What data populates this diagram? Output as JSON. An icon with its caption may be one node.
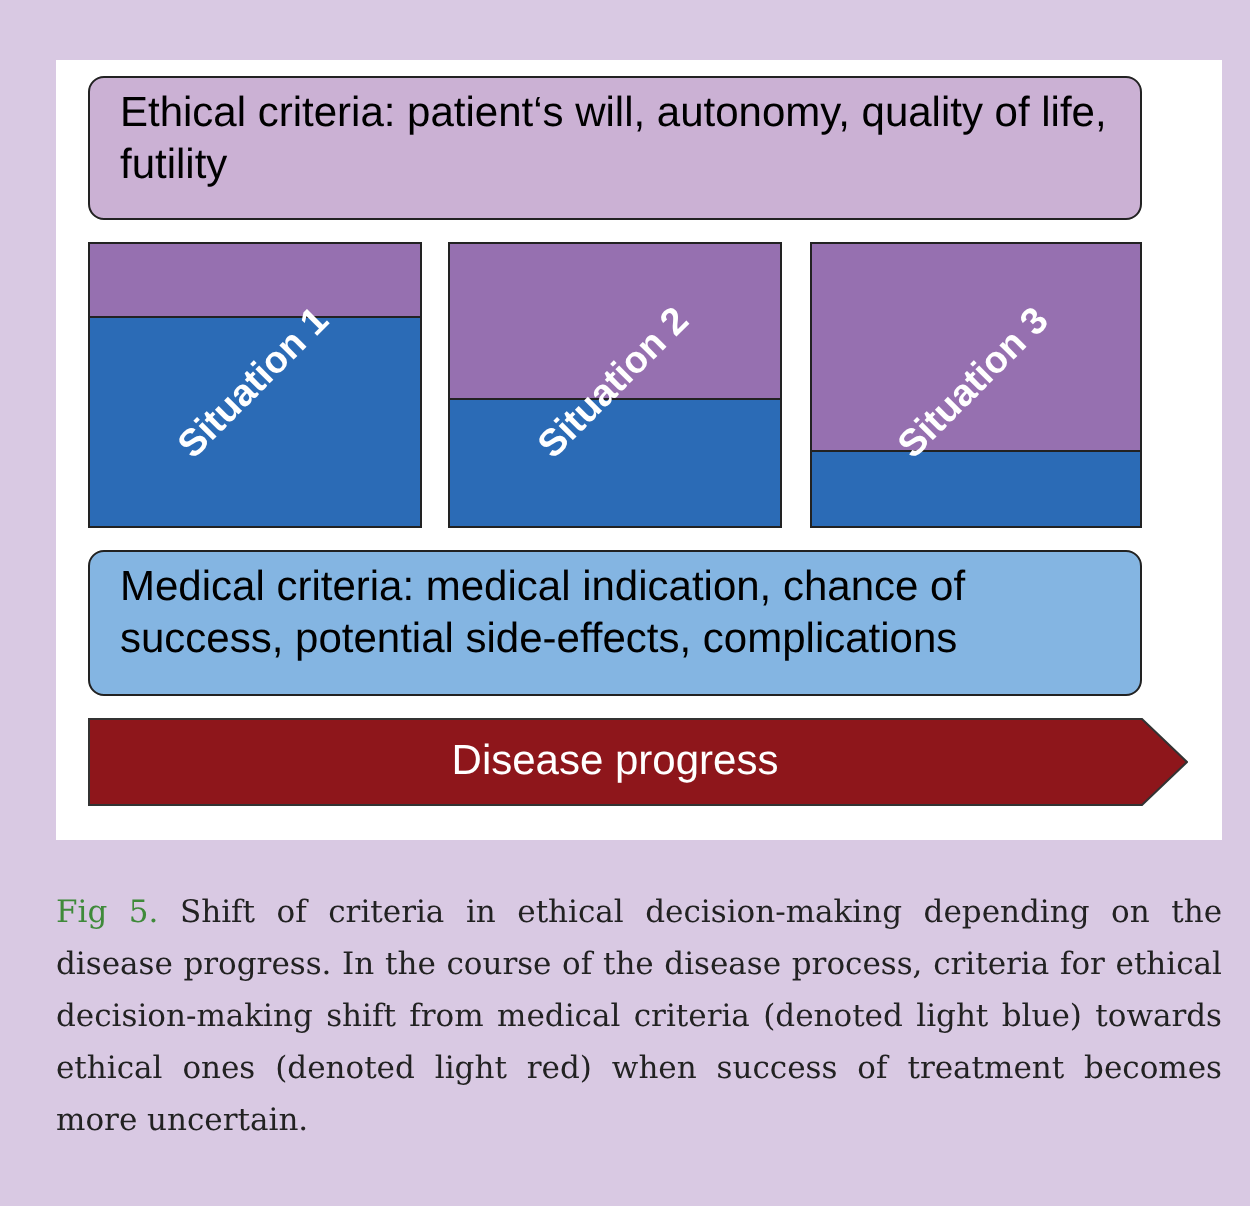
{
  "diagram": {
    "caption": "Shift of criteria in ethical decision-making depending on the disease progress. In the course of the disease process, criteria for ethical decision-making shift from medical criteria (denoted light blue) towards ethical ones (denoted light red) when success of treatment becomes more uncertain.",
    "nodes": [
      {
        "text": [
          "Ethical criteria: patient‘s will, autonomy, quality of life, futility"
        ]
      },
      {
        "text": [
          "Situation 1"
        ]
      },
      {
        "text": [
          "Situation 2"
        ]
      },
      {
        "text": [
          "Situation 3"
        ]
      },
      {
        "text": [
          "Medical criteria: medical indication, chance of success, potential side-effects, complications"
        ]
      },
      {
        "text": [
          "Disease progress"
        ]
      }
    ],
    "labels": [
      "Fig 5."
    ]
  }
}
